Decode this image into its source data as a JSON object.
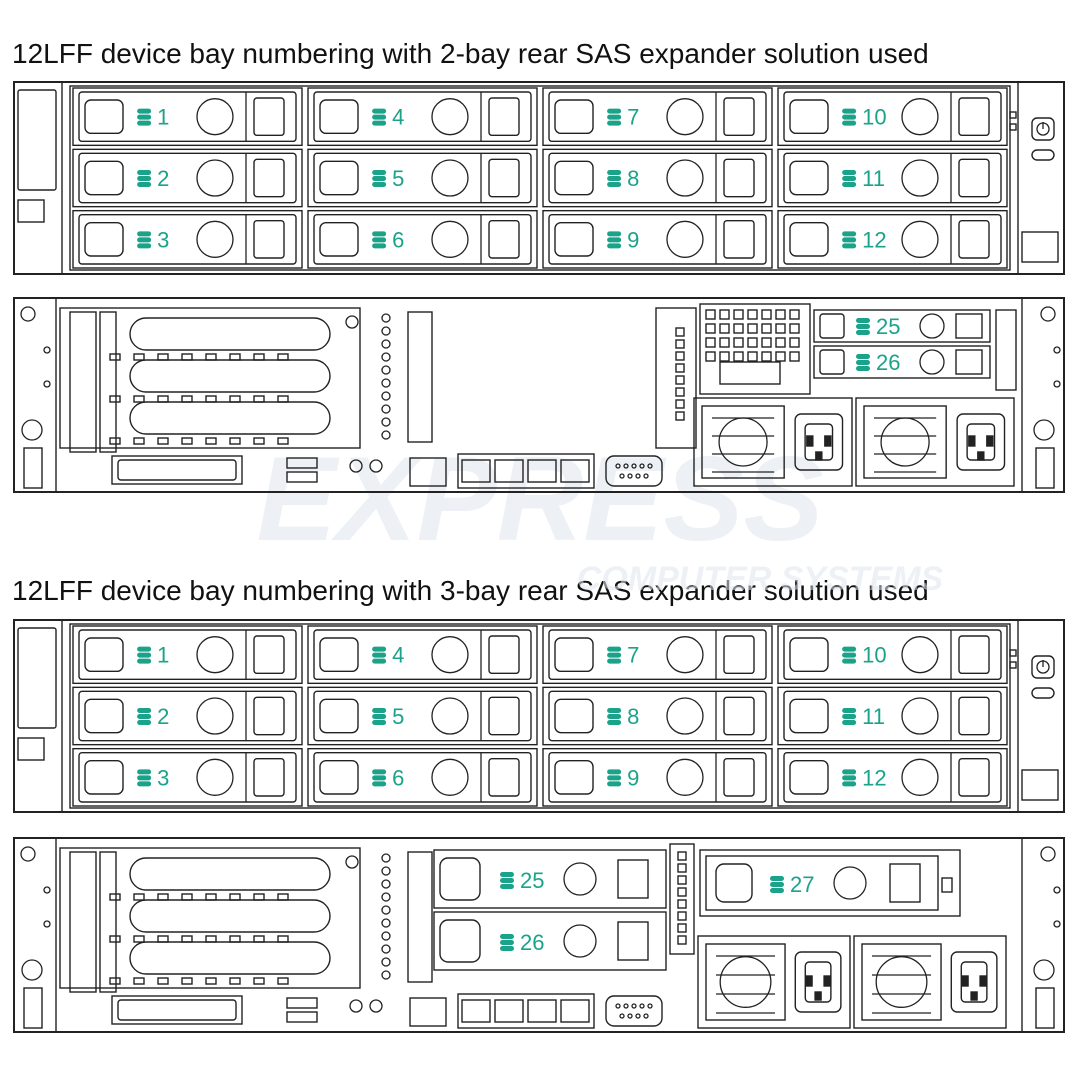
{
  "captions": {
    "top": "12LFF device bay numbering with 2-bay rear SAS expander solution used",
    "bottom": "12LFF device bay numbering with 3-bay rear SAS expander solution used"
  },
  "watermark": {
    "main": "EXPRESS",
    "sub": "COMPUTER SYSTEMS"
  },
  "front_bays": [
    "1",
    "2",
    "3",
    "4",
    "5",
    "6",
    "7",
    "8",
    "9",
    "10",
    "11",
    "12"
  ],
  "rear_bays_2bay": [
    "25",
    "26"
  ],
  "rear_bays_3bay": [
    "25",
    "26",
    "27"
  ],
  "colors": {
    "bay_number": "#1ba38a",
    "line": "#222222",
    "watermark": "#d8dfe8"
  }
}
